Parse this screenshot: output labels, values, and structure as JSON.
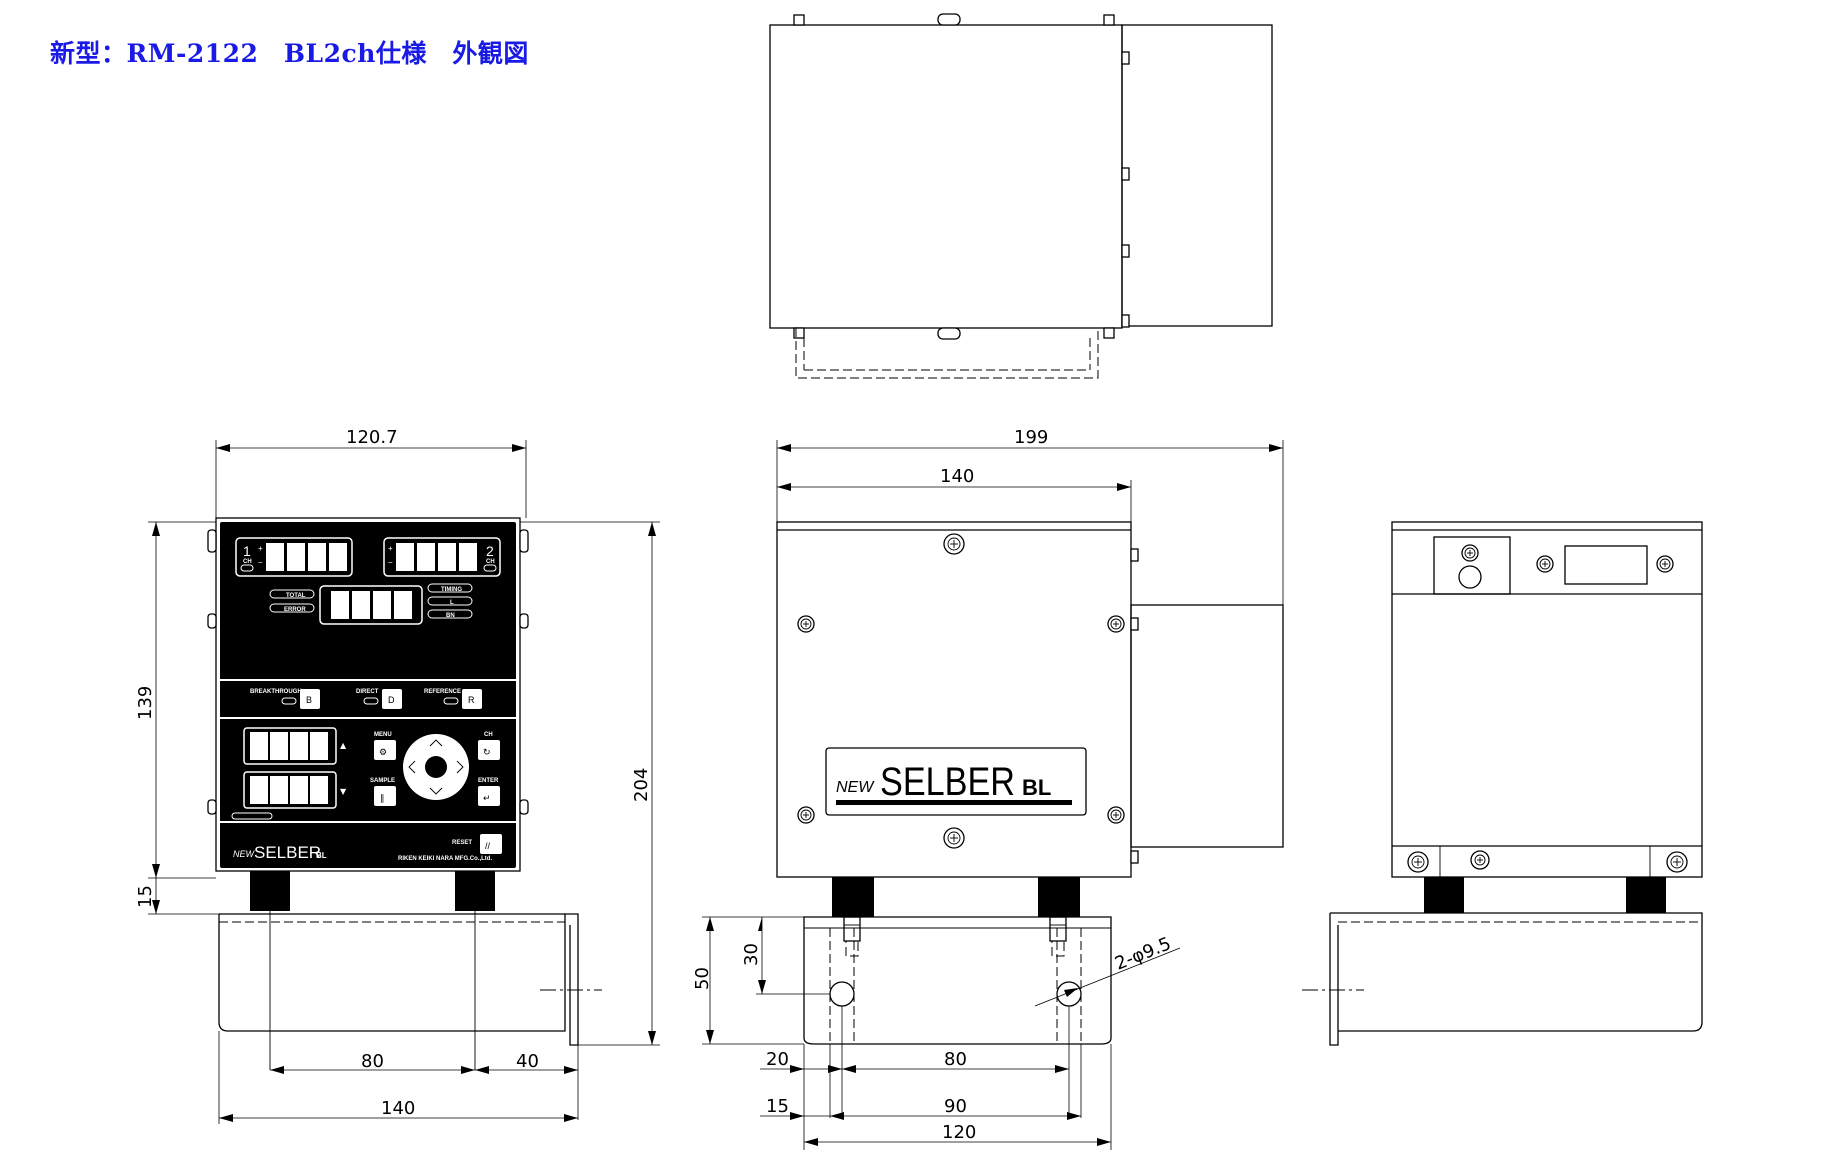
{
  "title": "新型：RM-2122　BL2ch仕様　外観図",
  "dims": {
    "front_width": "120.7",
    "front_body_height": "139",
    "front_base_height": "15",
    "total_height": "204",
    "front_hole_pitch": "80",
    "front_offset": "40",
    "front_base_width": "140",
    "side_total_depth": "199",
    "side_body_depth": "140",
    "side_height": "50",
    "side_hole_height": "30",
    "hole_spec": "2-φ9.5",
    "side_edge_offset": "20",
    "side_hole_pitch": "80",
    "side_first_offset": "15",
    "side_pitch2": "90",
    "side_base_length": "120"
  },
  "panel": {
    "ch1": "1",
    "ch2": "2",
    "ch_unit": "CH",
    "total": "TOTAL",
    "error": "ERROR",
    "timing": "TIMING",
    "l": "L",
    "bn": "BN",
    "breakthrough": "BREAKTHROUGH",
    "direct": "DIRECT",
    "reference": "REFERENCE",
    "key_b": "B",
    "key_d": "D",
    "key_r": "R",
    "menu": "MENU",
    "ch": "CH",
    "sample": "SAMPLE",
    "enter": "ENTER",
    "reset": "RESET",
    "brand_prefix": "NEW",
    "brand": "SELBER",
    "brand_suffix": "BL",
    "maker": "RIKEN KEIKI NARA MFG.Co.,Ltd."
  },
  "label": {
    "prefix": "NEW",
    "brand": "SELBER",
    "suffix": "BL"
  },
  "colors": {
    "title": "#1a1ae6",
    "panel": "#000000",
    "line": "#000000"
  }
}
